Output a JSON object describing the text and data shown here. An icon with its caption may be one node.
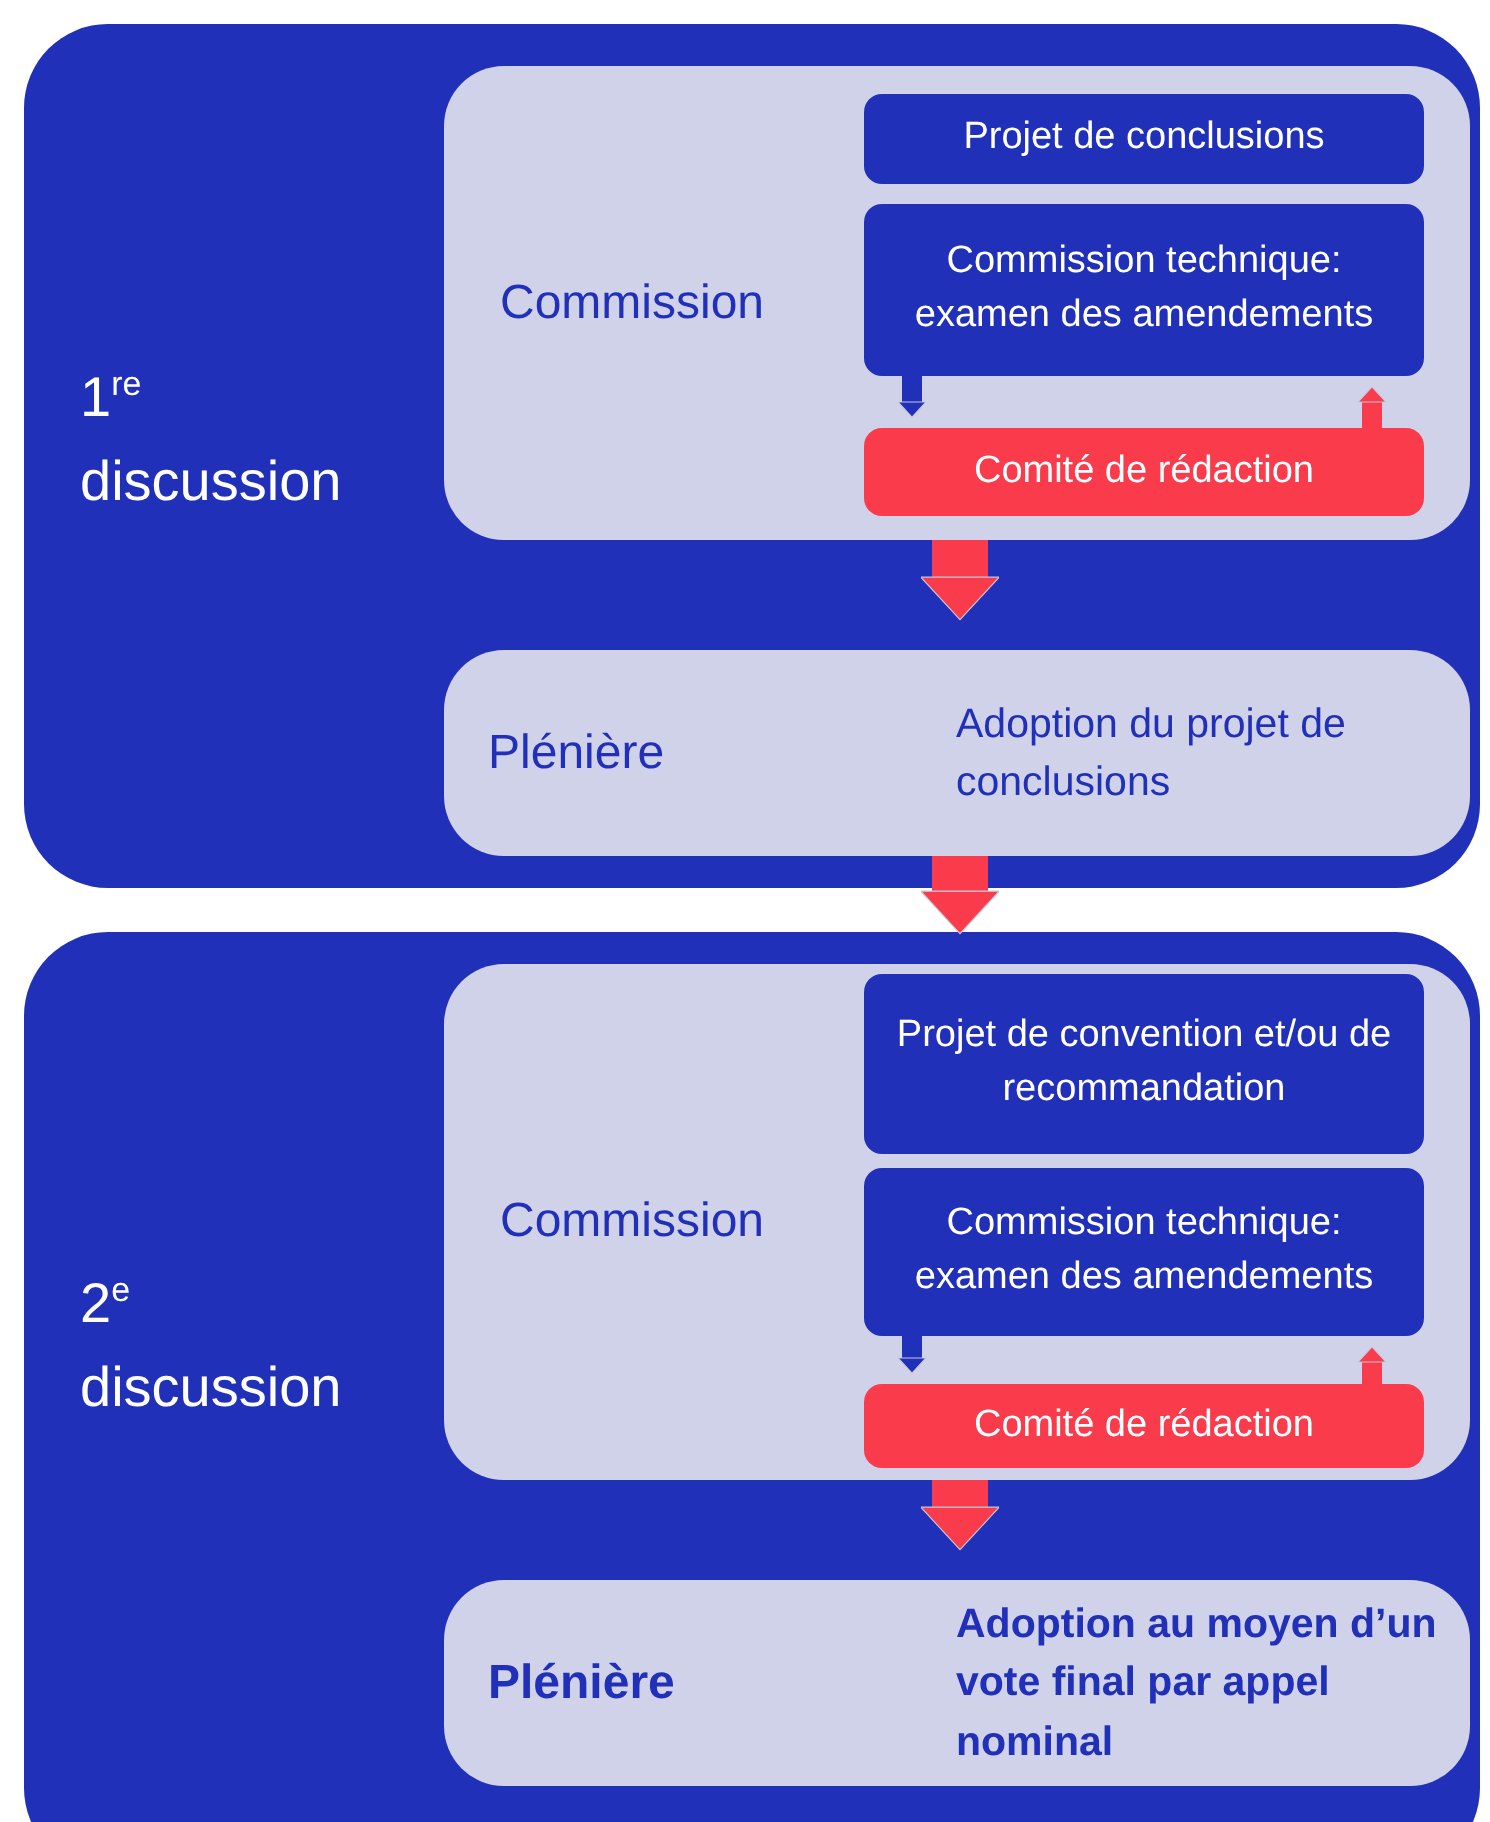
{
  "diagram": {
    "nodes": [
      {
        "text": [
          "1$^{re}$ discussion"
        ]
      },
      {
        "text": [
          "Commission"
        ],
        "in": 0
      },
      {
        "text": [
          "Projet de conclusions"
        ],
        "in": 1
      },
      {
        "text": [
          "Commission technique: examen des amendements"
        ],
        "in": 1
      },
      {
        "text": [
          "Comité de rédaction"
        ],
        "in": 1
      },
      {
        "text": [
          "Plénière",
          "Adoption du projet de conclusions"
        ],
        "in": 0
      },
      {
        "text": [
          "2$^{e}$ discussion"
        ]
      },
      {
        "text": [
          "Commission"
        ],
        "in": 6
      },
      {
        "text": [
          "Projet de convention et/ou de recommandation"
        ],
        "in": 7
      },
      {
        "text": [
          "Commission technique: examen des amendements"
        ],
        "in": 7
      },
      {
        "text": [
          "Comité de rédaction"
        ],
        "in": 7
      },
      {
        "text": [
          "Plénière",
          "Adoption au moyen d’un vote final par appel nominal"
        ],
        "in": 6
      }
    ],
    "edges": [
      {
        "from": 3,
        "to": 4,
        "arrow": "to",
        "color": "#2130b8"
      },
      {
        "from": 4,
        "to": 3,
        "arrow": "to"
      },
      {
        "from": 1,
        "to": 5,
        "arrow": "to",
        "style": "thick"
      },
      {
        "from": 5,
        "to": 7,
        "arrow": "to",
        "style": "thick"
      },
      {
        "from": 9,
        "to": 10,
        "arrow": "to",
        "color": "#2130b8"
      },
      {
        "from": 10,
        "to": 9,
        "arrow": "to"
      },
      {
        "from": 7,
        "to": 11,
        "arrow": "to",
        "style": "thick"
      }
    ]
  }
}
